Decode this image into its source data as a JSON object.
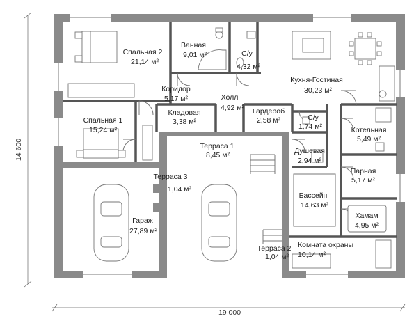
{
  "dimensions": {
    "width": "19 000",
    "height": "14 600"
  },
  "rooms": [
    {
      "id": "bedroom2",
      "name": "Спальная 2",
      "area": "21,14 м²"
    },
    {
      "id": "bathroom",
      "name": "Ванная",
      "area": "9,01 м²"
    },
    {
      "id": "wc1",
      "name": "С/у",
      "area": "4,32 м²"
    },
    {
      "id": "kitchen",
      "name": "Кухня-Гостиная",
      "area": "30,23 м²"
    },
    {
      "id": "corridor",
      "name": "Коридор",
      "area": "5,17 м²"
    },
    {
      "id": "hall",
      "name": "Холл",
      "area": "4,92 м²"
    },
    {
      "id": "bedroom1",
      "name": "Спальная 1",
      "area": "15,24 м²"
    },
    {
      "id": "storage",
      "name": "Кладовая",
      "area": "3,38 м²"
    },
    {
      "id": "wardrobe",
      "name": "Гардероб",
      "area": "2,58 м²"
    },
    {
      "id": "wc2",
      "name": "С/у",
      "area": "1,74 м²"
    },
    {
      "id": "boiler",
      "name": "Котельная",
      "area": "5,49 м²"
    },
    {
      "id": "terrace1",
      "name": "Терраса 1",
      "area": "8,45 м²"
    },
    {
      "id": "shower",
      "name": "Душевая",
      "area": "2,94 м²"
    },
    {
      "id": "steam",
      "name": "Парная",
      "area": "5,17 м²"
    },
    {
      "id": "terrace3",
      "name": "Терраса 3",
      "area": "1,04 м²"
    },
    {
      "id": "pool",
      "name": "Бассейн",
      "area": "14,63 м²"
    },
    {
      "id": "garage",
      "name": "Гараж",
      "area": "27,89 м²"
    },
    {
      "id": "hammam",
      "name": "Хамам",
      "area": "4,95 м²"
    },
    {
      "id": "terrace2",
      "name": "Терраса 2",
      "area": "1,04 м²"
    },
    {
      "id": "guard",
      "name": "Комната охраны",
      "area": "10,14 м²"
    }
  ],
  "colors": {
    "wall": "#8a8a8a",
    "line": "#555555",
    "text": "#222222"
  }
}
